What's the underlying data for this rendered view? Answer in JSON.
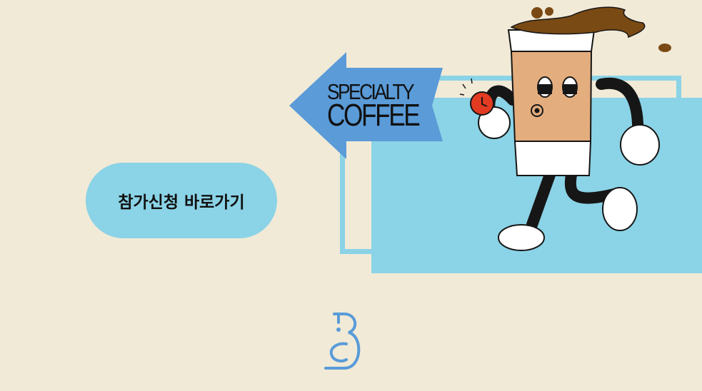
{
  "banner": {
    "arrow_line1": "SPECIALTY",
    "arrow_line2": "COFFEE",
    "cta_label": "참가신청 바로가기"
  },
  "colors": {
    "background": "#f1ead7",
    "light_blue": "#8bd3e6",
    "arrow_blue": "#5a9bd8",
    "sleeve": "#e4ad7e",
    "coffee": "#7a4a14",
    "watch_red": "#e23b22"
  },
  "icons": {
    "logo": "bc-logo-icon",
    "mascot": "coffee-cup-mascot-icon"
  }
}
